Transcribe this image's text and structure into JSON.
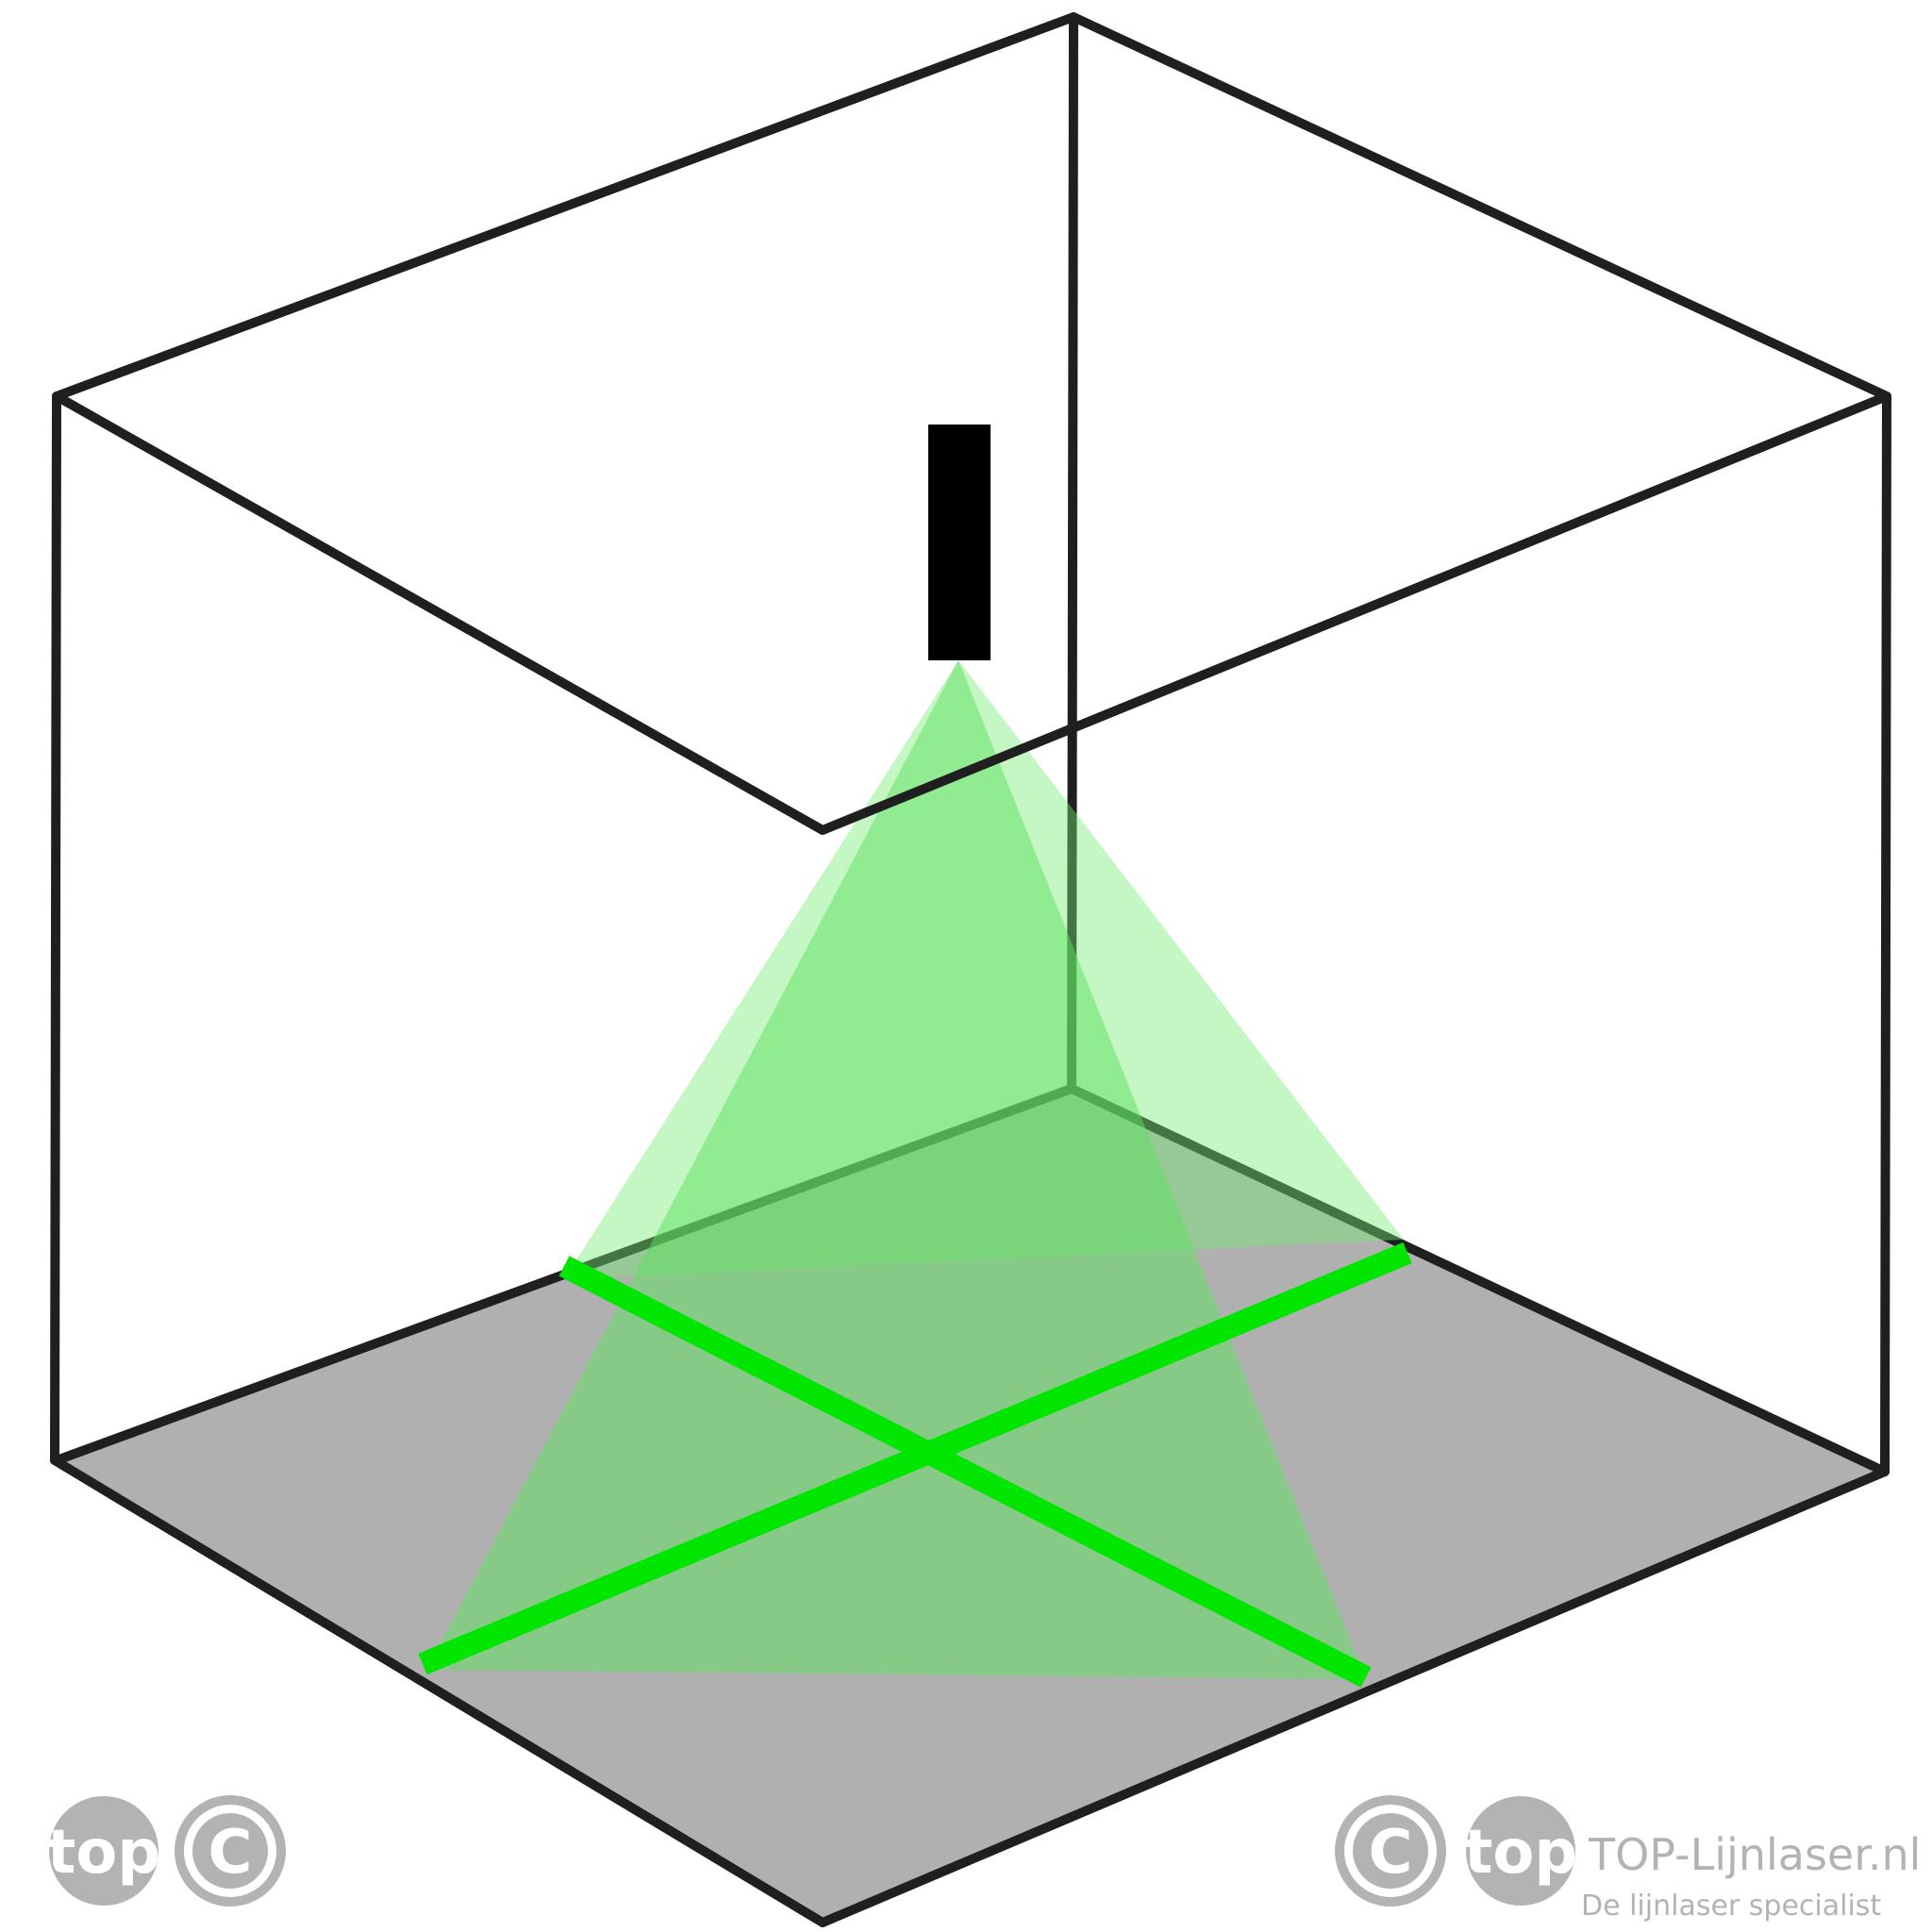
{
  "diagram": {
    "subject": "line laser projecting a crossed line onto the floor of a room",
    "colors": {
      "edge": "#1f1f1f",
      "floor": "#b0b0b0",
      "laser_line": "#00e600",
      "laser_beam": "#6fe86f",
      "laser_device": "#000000",
      "watermark": "#b3b3b3"
    },
    "icons": [
      "laser-device-icon",
      "copyright-icon",
      "top-logo-icon"
    ]
  },
  "watermark": {
    "logo_text": "top",
    "copyright_symbol": "C",
    "brand_name": "TOP-Lijnlaser.nl",
    "tagline": "De lijnlaser specialist"
  }
}
